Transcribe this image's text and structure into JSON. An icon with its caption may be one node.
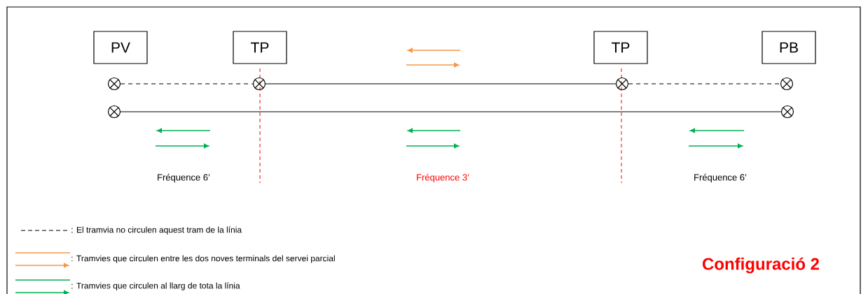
{
  "diagram": {
    "title": "Configuració 2",
    "nodes": [
      {
        "text": [
          "PV"
        ]
      },
      {
        "text": [
          "TP"
        ]
      },
      {
        "text": [
          "TP"
        ]
      },
      {
        "text": [
          "PB"
        ]
      },
      {
        "text": [],
        "shape": "circle"
      },
      {
        "text": [],
        "shape": "circle"
      },
      {
        "text": [],
        "shape": "circle"
      },
      {
        "text": [],
        "shape": "circle"
      },
      {
        "text": [],
        "shape": "circle"
      },
      {
        "text": [],
        "shape": "circle"
      }
    ],
    "edges": [
      {
        "from": 4,
        "to": 5,
        "arrow": "none",
        "style": "dashed"
      },
      {
        "from": 5,
        "to": 6,
        "arrow": "none"
      },
      {
        "from": 6,
        "to": 7,
        "arrow": "none",
        "style": "dashed"
      },
      {
        "from": 8,
        "to": 9,
        "arrow": "none"
      }
    ],
    "labels": [
      "Fréquence 6’",
      "Fréquence 3’",
      "Fréquence 6’"
    ],
    "legend": [
      {
        "text": ": El tramvia no circulen aquest tram de la línia"
      },
      {
        "text": ": Tramvies que circulen entre les dos noves terminals del servei parcial"
      },
      {
        "text": ": Tramvies que circulen al llarg de tota la línia"
      }
    ]
  }
}
